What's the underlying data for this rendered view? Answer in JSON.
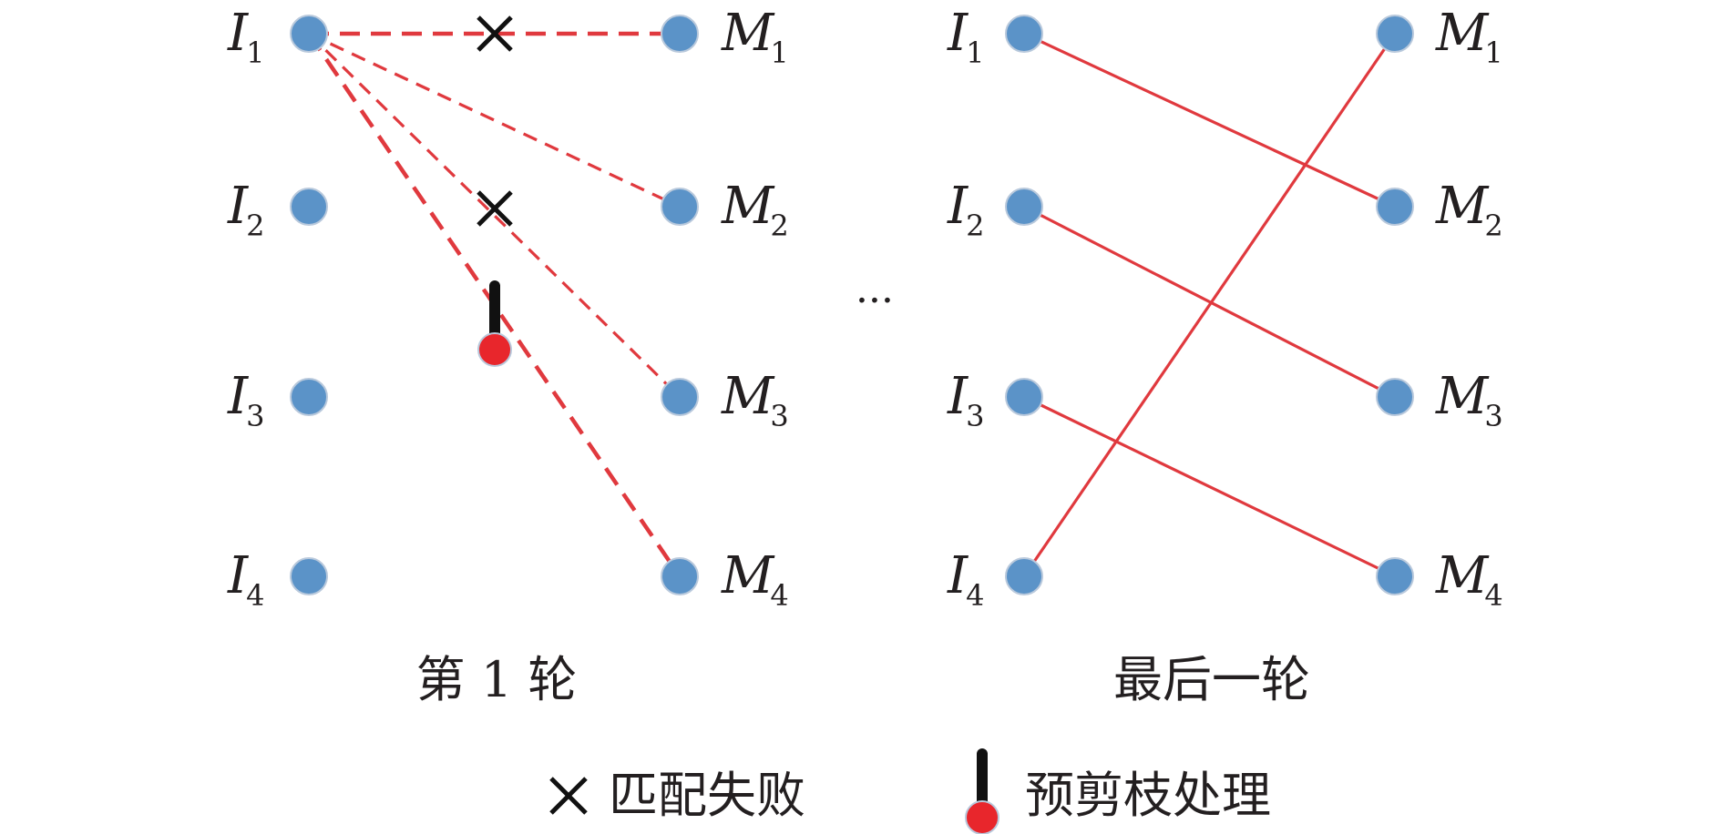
{
  "colors": {
    "node_fill": "#5b93c8",
    "node_stroke": "#b9c9dc",
    "edge": "#e0393e",
    "marker_fill": "#e8262c",
    "stem": "#111111",
    "cross": "#111111"
  },
  "panels": [
    {
      "caption": "第 1 轮",
      "left_nodes": [
        {
          "base": "I",
          "sub": "1"
        },
        {
          "base": "I",
          "sub": "2"
        },
        {
          "base": "I",
          "sub": "3"
        },
        {
          "base": "I",
          "sub": "4"
        }
      ],
      "right_nodes": [
        {
          "base": "M",
          "sub": "1"
        },
        {
          "base": "M",
          "sub": "2"
        },
        {
          "base": "M",
          "sub": "3"
        },
        {
          "base": "M",
          "sub": "4"
        }
      ],
      "edges": [
        {
          "from": "I1",
          "to": "M1",
          "style": "dashed",
          "status": "匹配失败"
        },
        {
          "from": "I1",
          "to": "M2",
          "style": "dashed",
          "status": ""
        },
        {
          "from": "I1",
          "to": "M3",
          "style": "dashed",
          "status": "匹配失败"
        },
        {
          "from": "I1",
          "to": "M4",
          "style": "dashed",
          "status": "预剪枝处理"
        }
      ]
    },
    {
      "caption": "最后一轮",
      "left_nodes": [
        {
          "base": "I",
          "sub": "1"
        },
        {
          "base": "I",
          "sub": "2"
        },
        {
          "base": "I",
          "sub": "3"
        },
        {
          "base": "I",
          "sub": "4"
        }
      ],
      "right_nodes": [
        {
          "base": "M",
          "sub": "1"
        },
        {
          "base": "M",
          "sub": "2"
        },
        {
          "base": "M",
          "sub": "3"
        },
        {
          "base": "M",
          "sub": "4"
        }
      ],
      "edges": [
        {
          "from": "I1",
          "to": "M2",
          "style": "solid"
        },
        {
          "from": "I2",
          "to": "M3",
          "style": "solid"
        },
        {
          "from": "I3",
          "to": "M4",
          "style": "solid"
        },
        {
          "from": "I4",
          "to": "M1",
          "style": "solid"
        }
      ]
    }
  ],
  "ellipsis": "···",
  "legend": [
    {
      "icon": "cross-icon",
      "label": "匹配失败"
    },
    {
      "icon": "prune-marker-icon",
      "label": "预剪枝处理"
    }
  ]
}
